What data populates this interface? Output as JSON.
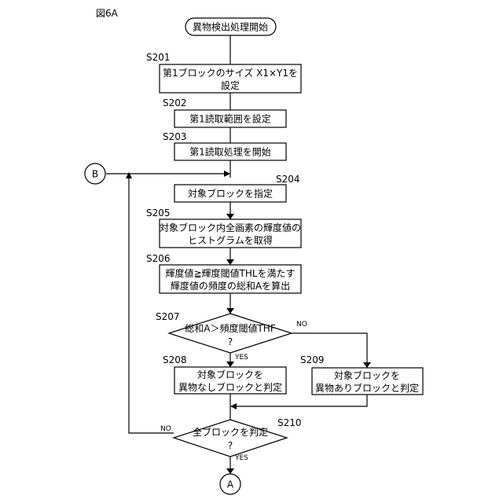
{
  "figure_label": "図6A",
  "start": {
    "label": "異物検出処理開始"
  },
  "steps": [
    {
      "id": "S201",
      "lines": [
        "第1ブロックのサイズ X1×Y1を",
        "設定"
      ]
    },
    {
      "id": "S202",
      "lines": [
        "第1読取範囲を設定"
      ]
    },
    {
      "id": "S203",
      "lines": [
        "第1読取処理を開始"
      ]
    },
    {
      "id": "S204",
      "lines": [
        "対象ブロックを指定"
      ]
    },
    {
      "id": "S205",
      "lines": [
        "対象ブロック内全画素の輝度値の",
        "ヒストグラムを取得"
      ]
    },
    {
      "id": "S206",
      "lines": [
        "輝度値≧輝度閾値THLを満たす",
        "輝度値の頻度の総和Aを算出"
      ]
    },
    {
      "id": "S208",
      "lines": [
        "対象ブロックを",
        "異物なしブロックと判定"
      ]
    },
    {
      "id": "S209",
      "lines": [
        "対象ブロックを",
        "異物ありブロックと判定"
      ]
    }
  ],
  "decisions": [
    {
      "id": "S207",
      "lines": [
        "総和A＞頻度閾値THF",
        "?"
      ],
      "yes": "YES",
      "no": "NO"
    },
    {
      "id": "S210",
      "lines": [
        "全ブロックを判定",
        "?"
      ],
      "yes": "YES",
      "no": "NO"
    }
  ],
  "connectors": {
    "loop": "B",
    "end": "A"
  }
}
